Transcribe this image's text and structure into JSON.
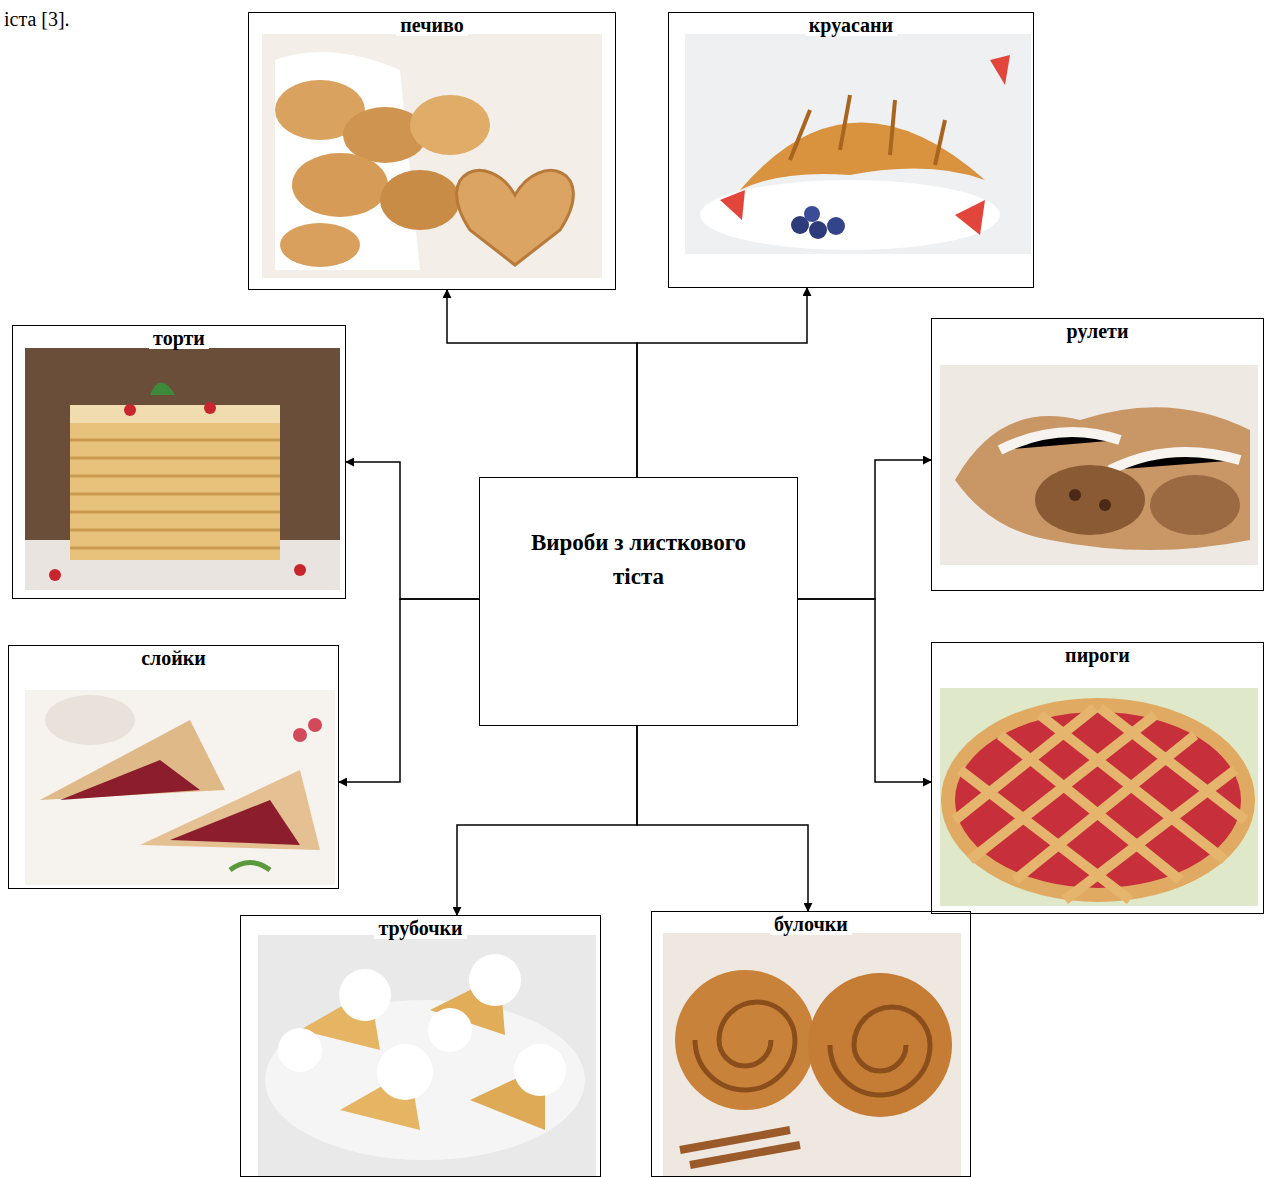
{
  "diagram": {
    "nodes": [
      {
        "text": [
          "печиво"
        ]
      },
      {
        "text": [
          "круасани"
        ]
      },
      {
        "text": [
          "торти"
        ]
      },
      {
        "text": [
          "рулети"
        ]
      },
      {
        "text": [
          "Вироби з листкового тіста"
        ]
      },
      {
        "text": [
          "слойки"
        ]
      },
      {
        "text": [
          "пироги"
        ]
      },
      {
        "text": [
          "трубочки"
        ]
      },
      {
        "text": [
          "булочки"
        ]
      }
    ],
    "edges": [
      {
        "from": 4,
        "to": 0,
        "arrow": "to"
      },
      {
        "from": 4,
        "to": 1,
        "arrow": "to"
      },
      {
        "from": 4,
        "to": 2,
        "arrow": "to"
      },
      {
        "from": 4,
        "to": 3,
        "arrow": "to"
      },
      {
        "from": 4,
        "to": 5,
        "arrow": "to"
      },
      {
        "from": 4,
        "to": 6,
        "arrow": "to"
      },
      {
        "from": 4,
        "to": 7,
        "arrow": "to"
      },
      {
        "from": 4,
        "to": 8,
        "arrow": "to"
      }
    ],
    "labels": [
      "іста [3]."
    ]
  }
}
